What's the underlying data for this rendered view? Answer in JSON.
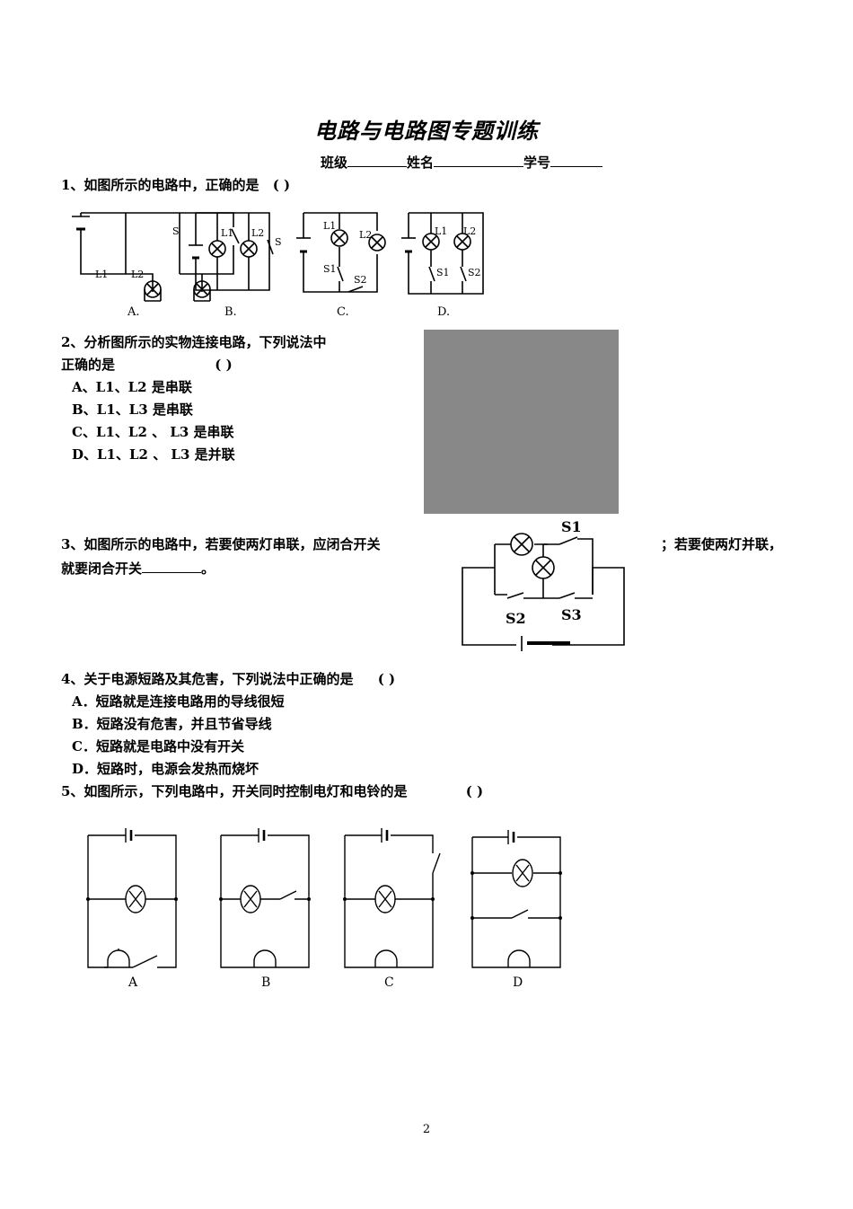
{
  "title": "电路与电路图专题训练",
  "info": {
    "class_label": "班级",
    "name_label": "姓名",
    "id_label": "学号"
  },
  "q1": {
    "stem": "1、如图所示的电路中，正确的是",
    "paren": "(      )",
    "options": [
      "A.",
      "B.",
      "C.",
      "D."
    ]
  },
  "q2": {
    "stem1": "2、分析图所示的实物连接电路，下列说法中",
    "stem2": "正确的是",
    "paren": "(      )",
    "options": [
      "A、L1、L2 是串联",
      "B、L1、L3 是串联",
      "C、L1、L2 、 L3 是串联",
      "D、L1、L2 、 L3 是并联"
    ]
  },
  "q3": {
    "stem1": "3、如图所示的电路中，若要使两灯串联，应闭合开关",
    "stem2": "；若要使两灯并联，",
    "stem3": "就要闭合开关",
    "stem4": "。",
    "labels": [
      "S1",
      "S2",
      "S3"
    ]
  },
  "q4": {
    "stem": "4、关于电源短路及其危害，下列说法中正确的是",
    "paren": "(      )",
    "options": [
      "A．短路就是连接电路用的导线很短",
      "B．短路没有危害，并且节省导线",
      "C．短路就是电路中没有开关",
      "D．短路时，电源会发热而烧坏"
    ]
  },
  "q5": {
    "stem": "5、如图所示，下列电路中，开关同时控制电灯和电铃的是",
    "paren": "(      )",
    "options": [
      "A",
      "B",
      "C",
      "D"
    ]
  },
  "page_number": "2"
}
